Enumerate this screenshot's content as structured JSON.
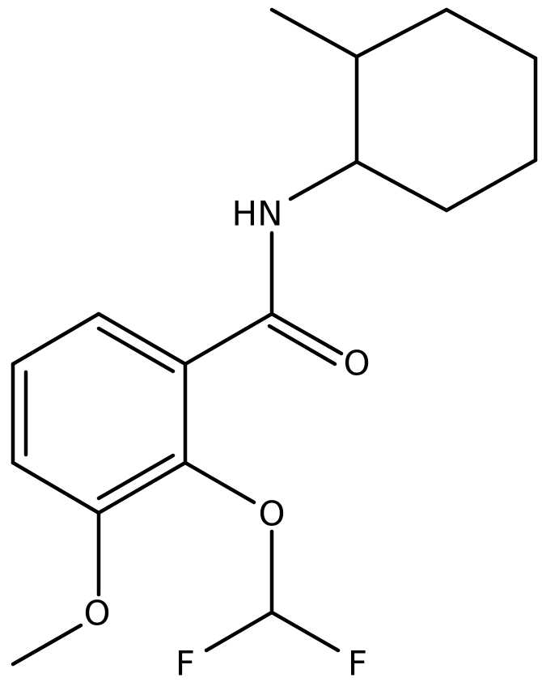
{
  "atoms": {
    "nh": "HN",
    "carbonyl_o": "O",
    "ether_o": "O",
    "methoxy_o": "O",
    "fluorine_left": "F",
    "fluorine_right": "F"
  },
  "colors": {
    "bond": "#000000",
    "label": "#000000",
    "background": "#ffffff"
  }
}
